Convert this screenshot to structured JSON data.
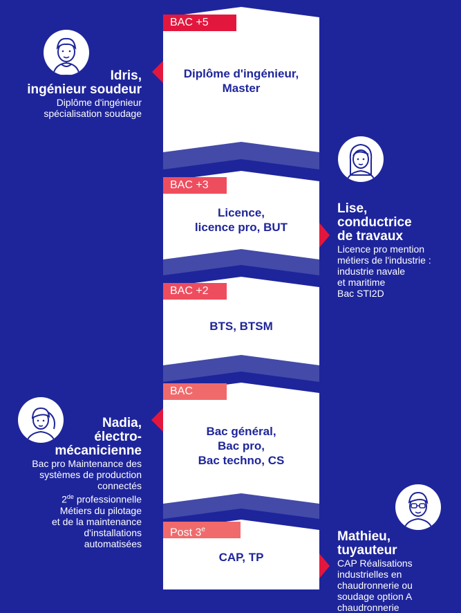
{
  "colors": {
    "background": "#1e259a",
    "ladder_white": "#ffffff",
    "ladder_shade": "#434aa8",
    "pointer_red": "#e3173e",
    "tag_strong": "#e3173e",
    "tag_mid": "#ee4d5e",
    "tag_light": "#f06a6c"
  },
  "levels": [
    {
      "tag": "BAC +5",
      "lines": [
        "Diplôme d'ingénieur,",
        "Master"
      ]
    },
    {
      "tag": "BAC +3",
      "lines": [
        "Licence,",
        "licence pro, BUT"
      ]
    },
    {
      "tag": "BAC +2",
      "lines": [
        "BTS, BTSM"
      ]
    },
    {
      "tag": "BAC",
      "lines": [
        "Bac général,",
        "Bac pro,",
        "Bac techno, CS"
      ]
    },
    {
      "tag_main": "Post 3",
      "tag_sup": "e",
      "lines": [
        "CAP, TP"
      ]
    }
  ],
  "people": {
    "idris": {
      "avatar_icon": "man-avatar-icon",
      "name": [
        "Idris,",
        "ingénieur soudeur"
      ],
      "desc": [
        "Diplôme d'ingénieur",
        "spécialisation soudage"
      ]
    },
    "lise": {
      "avatar_icon": "woman-long-hair-avatar-icon",
      "name": [
        "Lise,",
        "conductrice",
        "de travaux"
      ],
      "desc": [
        "Licence pro mention",
        "métiers de l'industrie :",
        "industrie navale",
        "et maritime",
        "Bac STI2D"
      ]
    },
    "nadia": {
      "avatar_icon": "woman-ponytail-avatar-icon",
      "name": [
        "Nadia,",
        "électro-",
        "mécanicienne"
      ],
      "desc": [
        "Bac pro Maintenance des",
        "systèmes de production",
        "connectés"
      ],
      "desc2_main": "2",
      "desc2_sup": "de",
      "desc2_rest": " professionnelle",
      "desc_more": [
        "Métiers du pilotage",
        "et de la maintenance",
        "d'installations",
        "automatisées"
      ]
    },
    "mathieu": {
      "avatar_icon": "man-glasses-avatar-icon",
      "name": [
        "Mathieu,",
        "tuyauteur"
      ],
      "desc": [
        "CAP Réalisations",
        "industrielles en",
        "chaudronnerie ou",
        "soudage option A",
        "chaudronnerie"
      ]
    }
  }
}
